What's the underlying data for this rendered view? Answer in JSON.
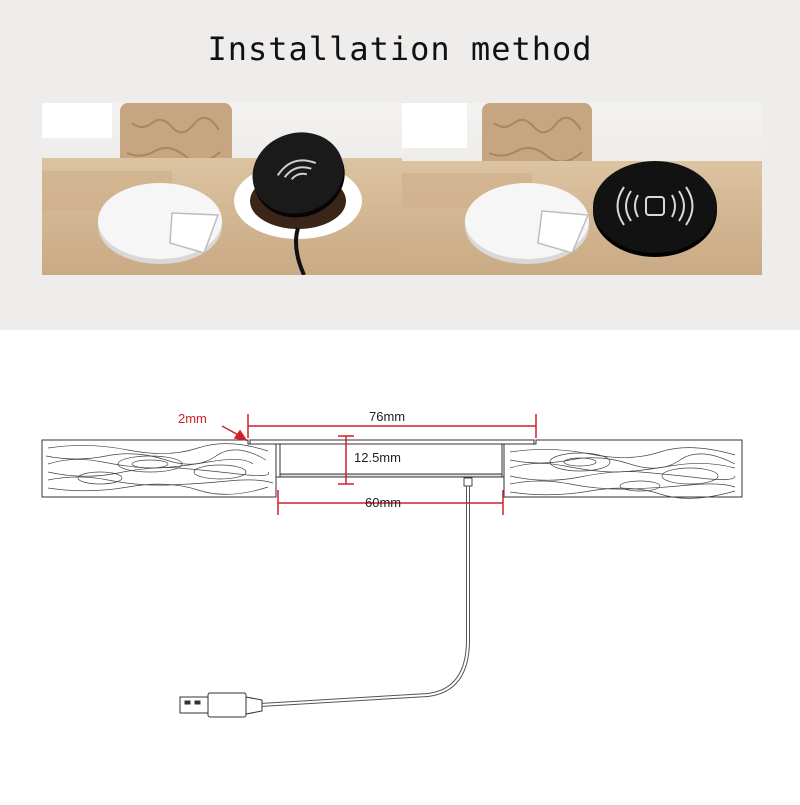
{
  "title": "Installation method",
  "diagram": {
    "labels": {
      "lip": "2mm",
      "top_width": "76mm",
      "depth": "12.5mm",
      "hole_width": "60mm"
    }
  },
  "colors": {
    "dimension_line": "#d0202a",
    "panel_bg": "#efedec",
    "charger_black": "#111111",
    "grommet_white": "#f4f4f4"
  }
}
